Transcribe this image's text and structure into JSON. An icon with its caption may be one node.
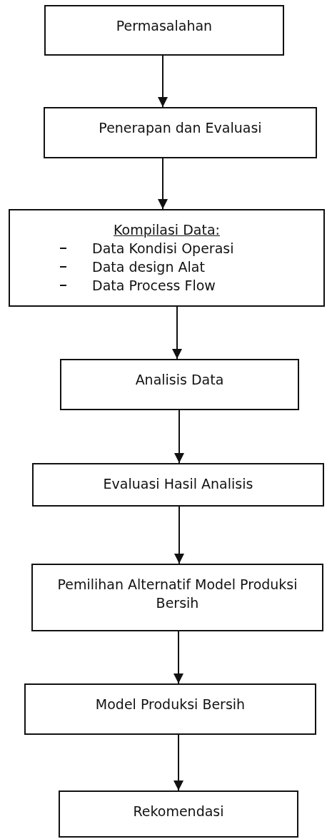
{
  "diagram": {
    "nodes": [
      {
        "text": [
          "Permasalahan"
        ]
      },
      {
        "text": [
          "Penerapan dan Evaluasi"
        ]
      },
      {
        "text": [
          "Kompilasi Data:",
          "Data Kondisi Operasi",
          "Data design Alat",
          "Data Process Flow"
        ]
      },
      {
        "text": [
          "Analisis Data"
        ]
      },
      {
        "text": [
          "Evaluasi Hasil Analisis"
        ]
      },
      {
        "text": [
          "Pemilihan Alternatif Model Produksi Bersih"
        ]
      },
      {
        "text": [
          "Model Produksi Bersih"
        ]
      },
      {
        "text": [
          "Rekomendasi"
        ]
      }
    ],
    "edges": [
      {
        "from": 0,
        "to": 1,
        "arrow": "to"
      },
      {
        "from": 1,
        "to": 2,
        "arrow": "to"
      },
      {
        "from": 2,
        "to": 3,
        "arrow": "to"
      },
      {
        "from": 3,
        "to": 4,
        "arrow": "to"
      },
      {
        "from": 4,
        "to": 5,
        "arrow": "to"
      },
      {
        "from": 5,
        "to": 6,
        "arrow": "to"
      },
      {
        "from": 6,
        "to": 7,
        "arrow": "to"
      }
    ]
  }
}
